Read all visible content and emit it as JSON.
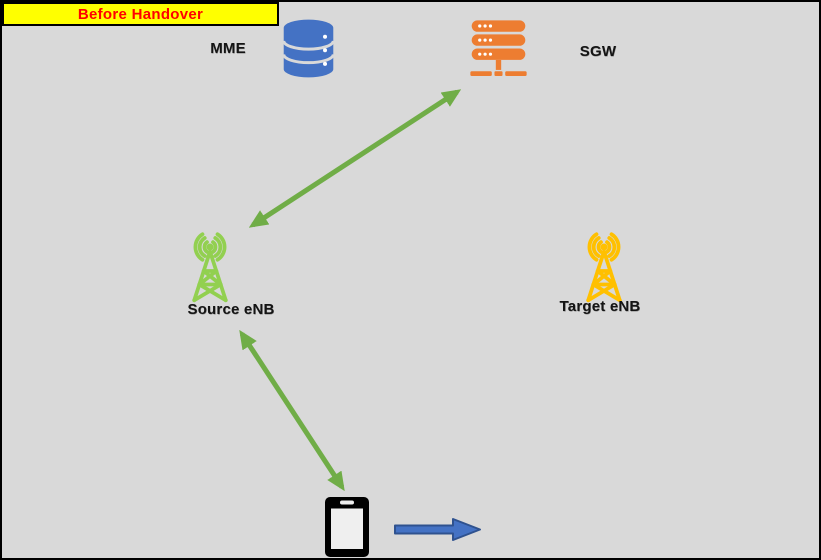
{
  "scene": {
    "title": "Before Handover"
  },
  "labels": {
    "mme": "MME",
    "sgw": "SGW",
    "source_enb": "Source eNB",
    "target_enb": "Target eNB"
  },
  "nodes": [
    {
      "id": "mme",
      "label": "MME",
      "icon": "database-icon",
      "color": "#4472C4"
    },
    {
      "id": "sgw",
      "label": "SGW",
      "icon": "server-rack-icon",
      "color": "#ED7D31"
    },
    {
      "id": "source-enb",
      "label": "Source eNB",
      "icon": "cell-tower-icon",
      "color": "#92D050"
    },
    {
      "id": "target-enb",
      "label": "Target eNB",
      "icon": "cell-tower-icon",
      "color": "#FFC000"
    },
    {
      "id": "ue",
      "label": "",
      "icon": "smartphone-icon",
      "color": "#000000"
    }
  ],
  "connections": [
    {
      "from": "ue",
      "to": "source-enb",
      "style": "double-headed-arrow",
      "color": "#70AD47"
    },
    {
      "from": "source-enb",
      "to": "sgw",
      "style": "double-headed-arrow",
      "color": "#70AD47"
    }
  ],
  "movement_indicator": {
    "attached_to": "ue",
    "direction": "right",
    "style": "block-arrow",
    "fill": "#4472C4",
    "stroke": "#2F528F"
  },
  "colors": {
    "background": "#D9D9D9",
    "canvas_border": "#000000",
    "title_bg": "#FFFF00",
    "title_text": "#FF0000",
    "label_text": "#141414",
    "link_arrow": "#70AD47",
    "phone_screen": "#EFEFEF"
  }
}
